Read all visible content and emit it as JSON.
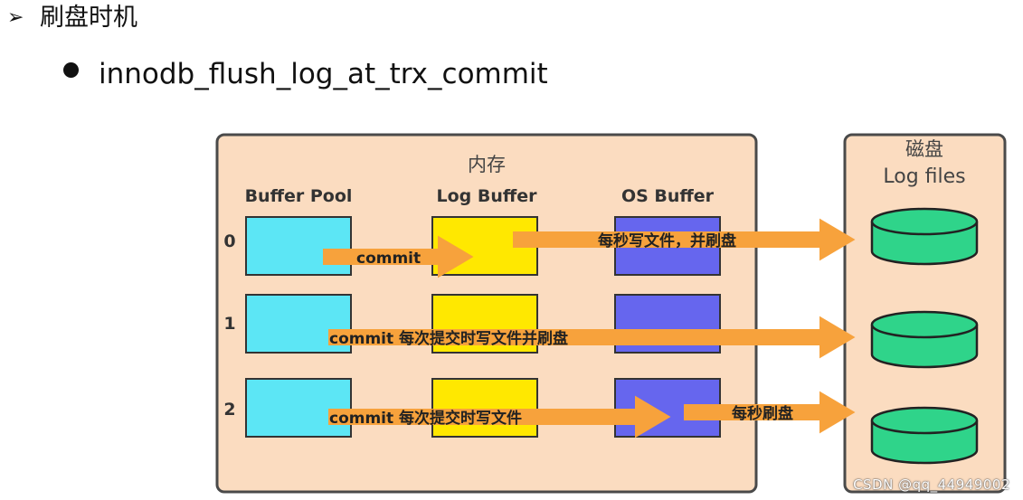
{
  "heading": {
    "marker": "➢",
    "text": "刷盘时机"
  },
  "bullet": {
    "text": "innodb_flush_log_at_trx_commit"
  },
  "diagram": {
    "memory_label": "内存",
    "disk_label": "磁盘",
    "disk_sublabel": "Log files",
    "columns": [
      "Buffer Pool",
      "Log Buffer",
      "OS Buffer"
    ],
    "rows": [
      {
        "id": "0",
        "commit_label": "commit",
        "flush_label": "每秒写文件，并刷盘"
      },
      {
        "id": "1",
        "label": "commit 每次提交时写文件并刷盘"
      },
      {
        "id": "2",
        "commit_label": "commit 每次提交时写文件",
        "flush_label": "每秒刷盘"
      }
    ],
    "colors": {
      "panel_fill": "#fbdcc0",
      "panel_stroke": "#4a4a4a",
      "buffer_pool": "#5ce6f5",
      "log_buffer": "#ffe800",
      "os_buffer": "#6666ee",
      "arrow": "#f7a23c",
      "disk": "#2fd48a"
    }
  },
  "watermark": "CSDN @qq_44949002"
}
